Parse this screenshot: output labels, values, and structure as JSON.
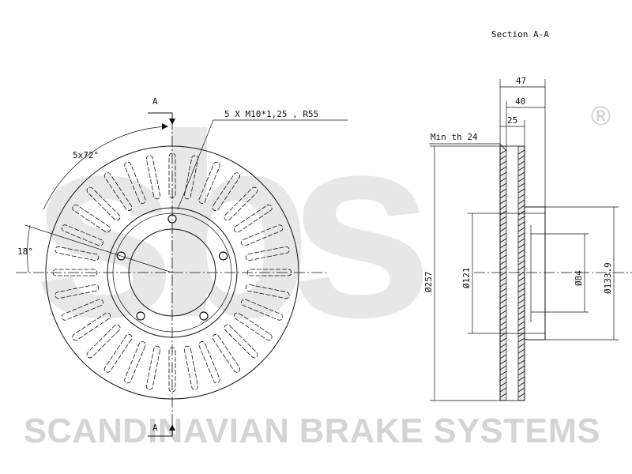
{
  "watermark": {
    "logo_text": "sbs",
    "registered_mark": "®",
    "company_name": "SCANDINAVIAN BRAKE SYSTEMS"
  },
  "front_view": {
    "section_marker_top": "A",
    "section_marker_bottom": "A",
    "angle_pattern_label": "5x72°",
    "angle_offset_label": "18°",
    "thread_callout": "5 X M10*1,25 , R55"
  },
  "section_view": {
    "title": "Section A-A",
    "min_thickness_label": "Min th 24",
    "dim_overall_height": "47",
    "dim_hat_height": "40",
    "dim_disc_thickness": "25",
    "dim_outer_diameter": "Ø257",
    "dim_hat_diameter": "Ø121",
    "dim_centre_bore": "Ø84",
    "dim_hat_outer_diameter": "Ø133.9"
  }
}
